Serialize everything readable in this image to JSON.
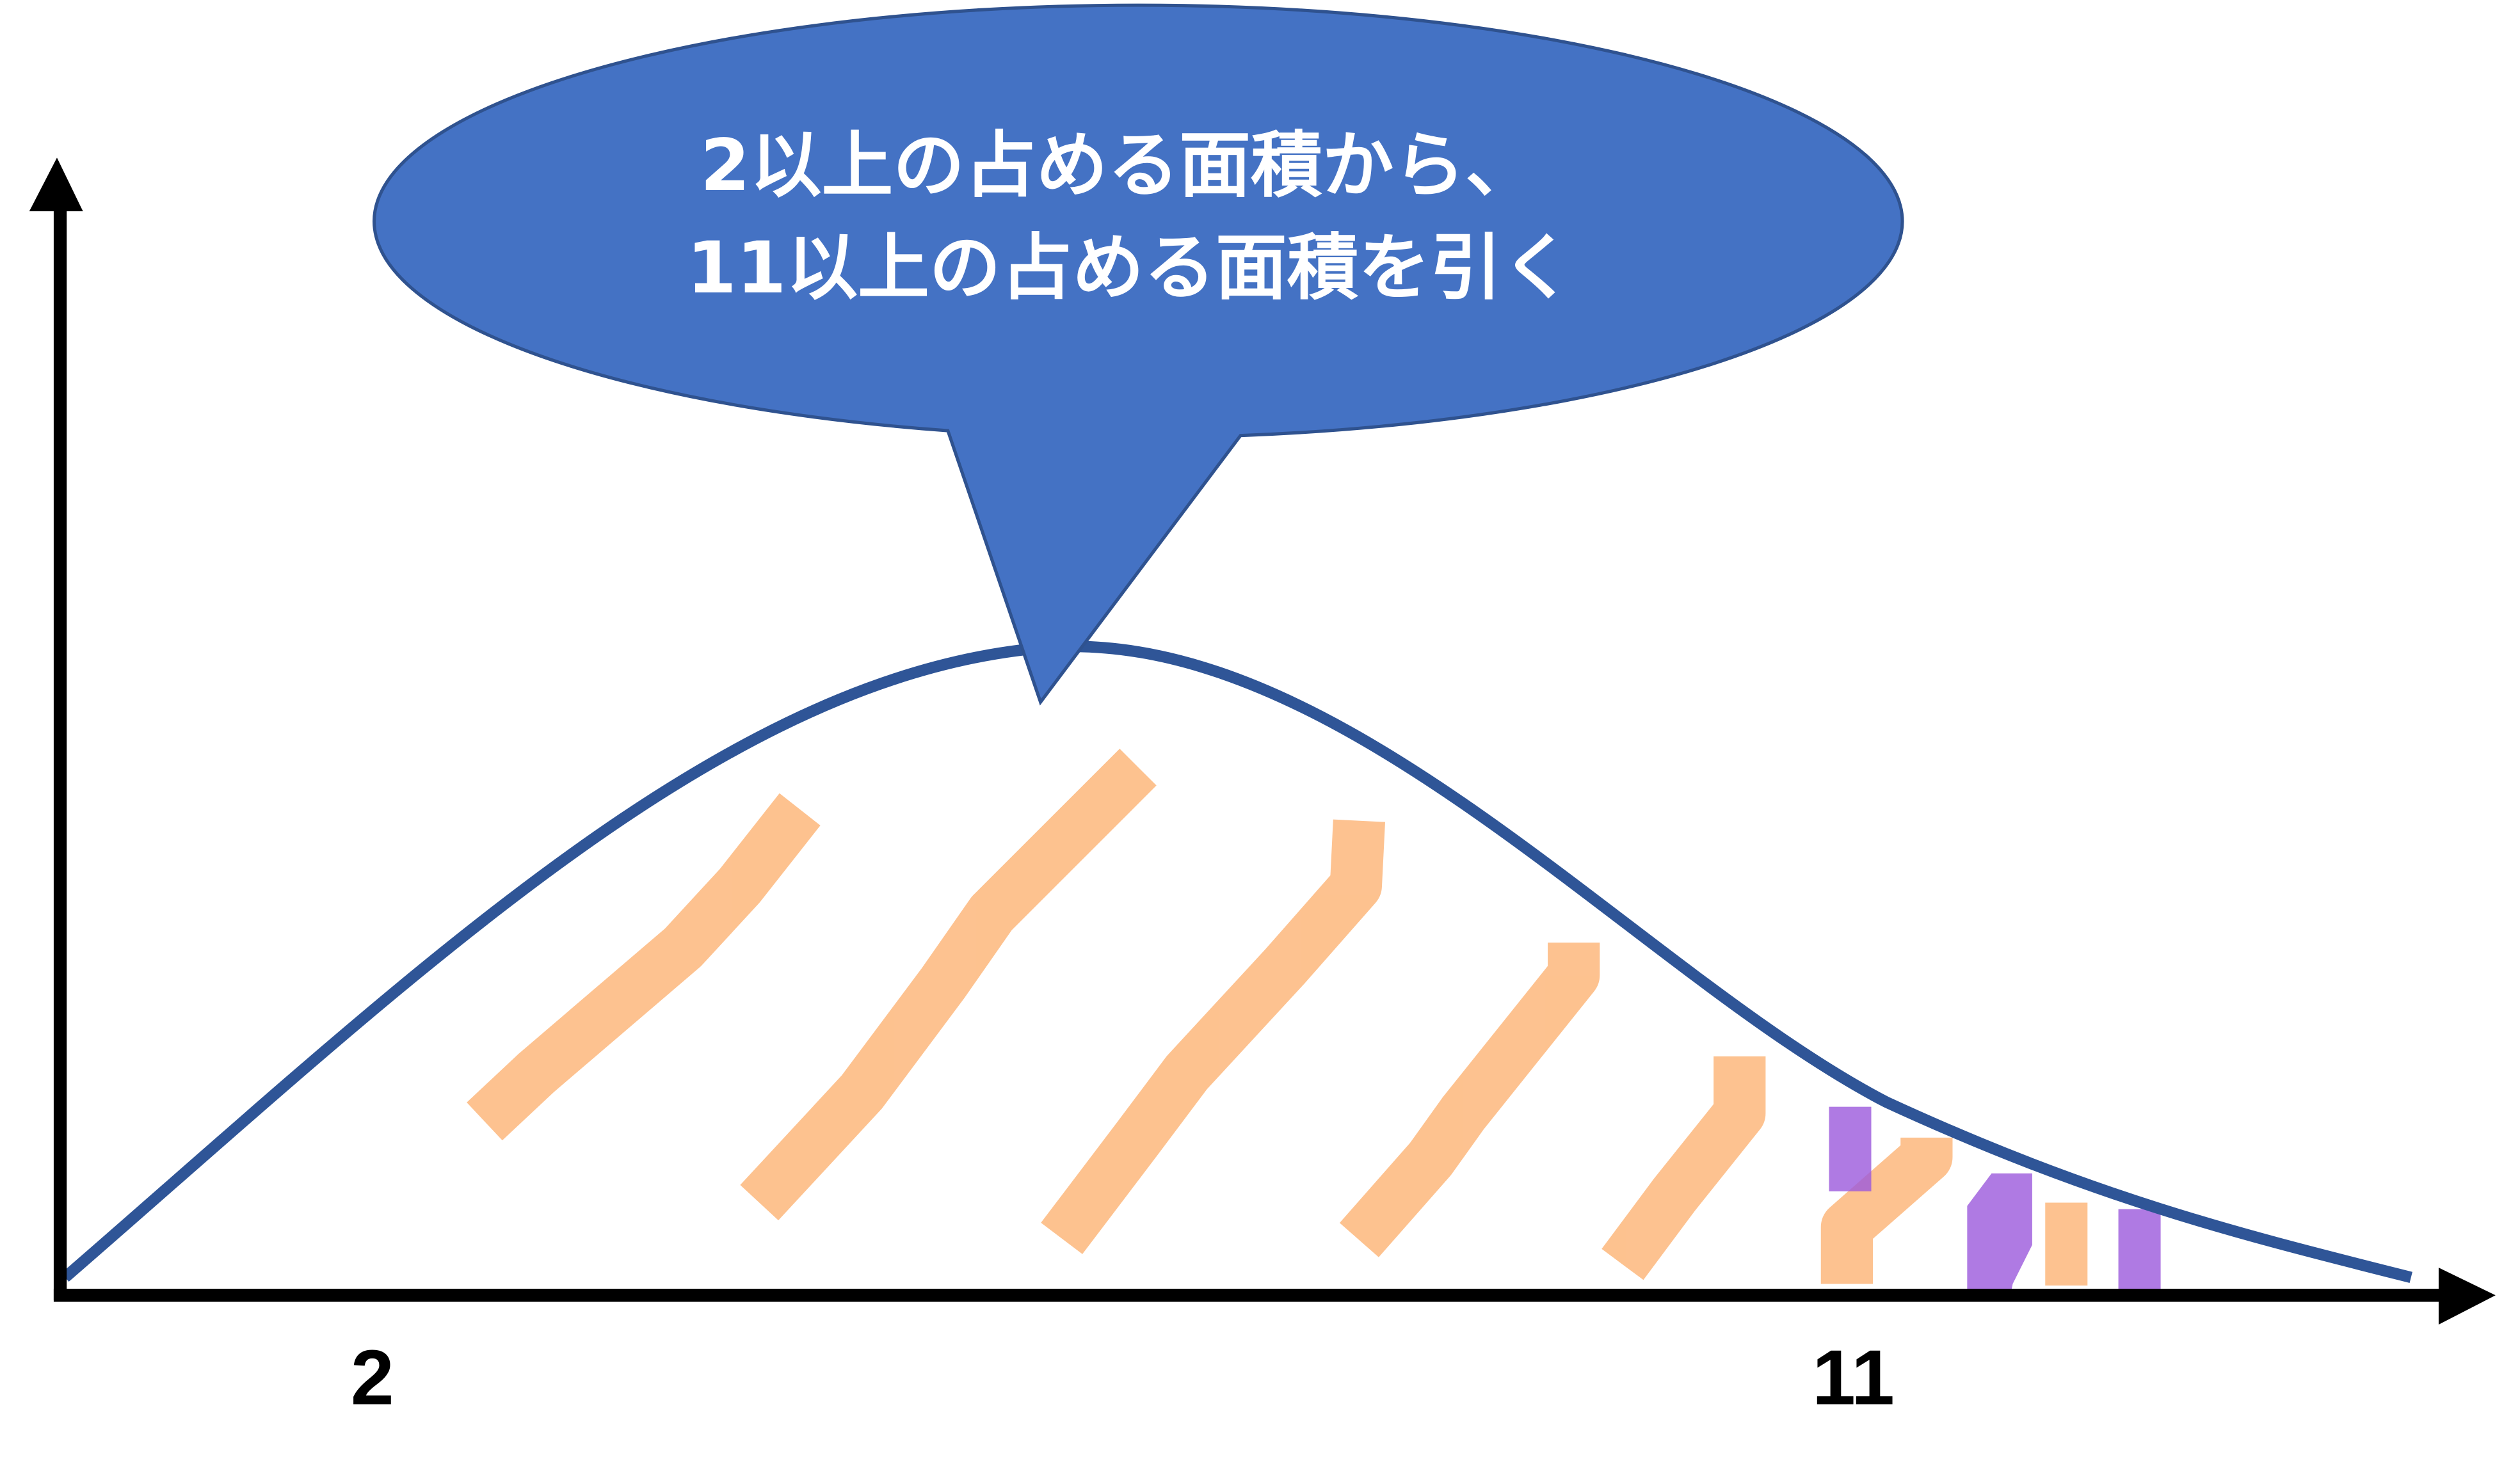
{
  "callout": {
    "line1": "2以上の占める面積から、",
    "line2": "11以上の占める面積を引く",
    "fill": "#4472C4",
    "stroke": "#2F528F"
  },
  "axis": {
    "label_start": "2",
    "label_end": "11"
  },
  "colors": {
    "curve": "#2F5597",
    "area_2_plus": "#FDBF8A",
    "area_11_plus": "#9B59DC",
    "axis": "#000000"
  }
}
